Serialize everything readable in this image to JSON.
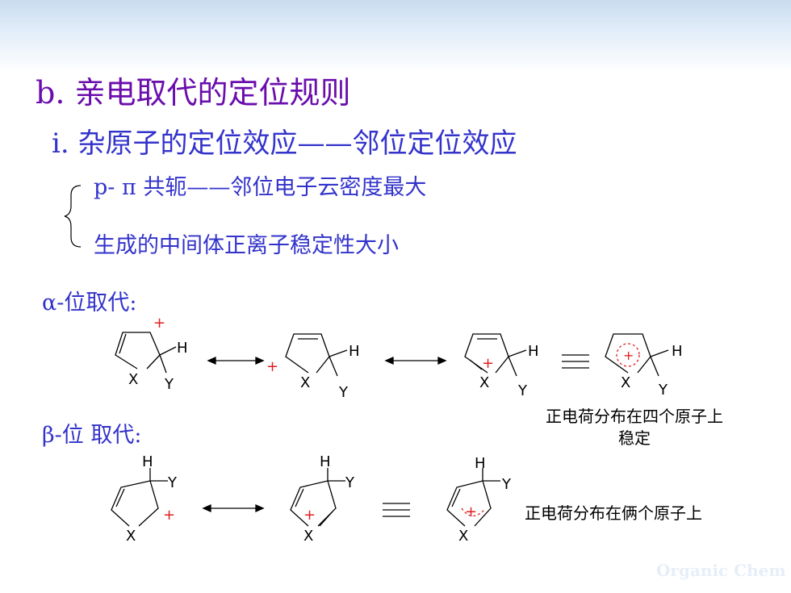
{
  "slide": {
    "title": "b. 亲电取代的定位规则",
    "subtitle": "i. 杂原子的定位效应——邻位定位效应",
    "bullets": [
      "p- π 共轭——邻位电子云密度最大",
      "生成的中间体正离子稳定性大小"
    ],
    "alpha_label": "α-位取代:",
    "beta_label": "β-位 取代:",
    "note_alpha_line1": "正电荷分布在四个原子上",
    "note_alpha_line2": "稳定",
    "note_beta": "正电荷分布在俩个原子上",
    "footer": "Organic Chem"
  },
  "chem": {
    "atom_x": "X",
    "atom_y": "Y",
    "atom_h": "H",
    "plus": "+"
  },
  "colors": {
    "title": "#6a0dad",
    "body": "#3333cc",
    "charge": "#e02020"
  }
}
